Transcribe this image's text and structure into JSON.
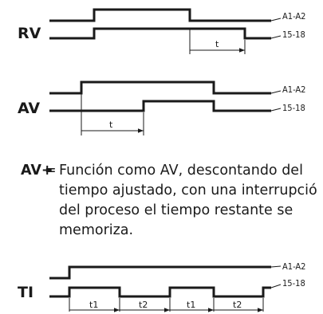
{
  "modes": {
    "rv": {
      "label": "RV",
      "signal_top": "A1-A2",
      "signal_bottom": "15-18",
      "t_label": "t"
    },
    "av": {
      "label": "AV",
      "signal_top": "A1-A2",
      "signal_bottom": "15-18",
      "t_label": "t"
    },
    "av_plus": {
      "label": "AV+",
      "eq": "=",
      "line1": "Función como AV, descontando del",
      "line2": "tiempo ajustado, con una interrupció",
      "line3": "del proceso el tiempo restante se",
      "line4": "memoriza."
    },
    "ti": {
      "label": "TI",
      "signal_top": "A1-A2",
      "signal_bottom": "15-18",
      "t1_label": "t1",
      "t2_label": "t2"
    }
  }
}
